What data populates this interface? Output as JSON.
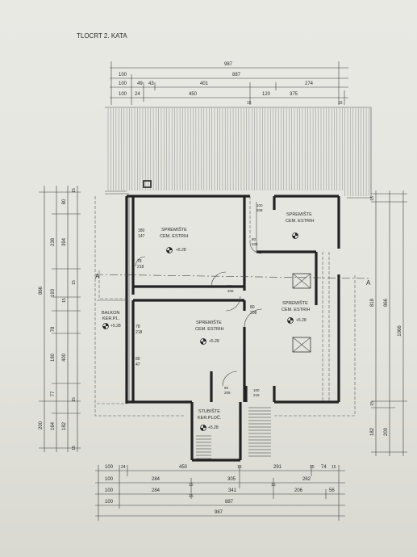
{
  "title": "TLOCRT 2. KATA",
  "top_dims": {
    "row1": [
      "987"
    ],
    "row2": [
      "100",
      "887"
    ],
    "row3": [
      "100",
      "49",
      "43",
      "401",
      "120",
      "274"
    ],
    "row4": [
      "100",
      "24",
      "450",
      "15",
      "375",
      "15"
    ]
  },
  "bottom_dims": {
    "row1": [
      "100",
      "24",
      "450",
      "15",
      "291",
      "15",
      "74",
      "15"
    ],
    "row2": [
      "100",
      "284",
      "15",
      "305",
      "15",
      "262"
    ],
    "row3": [
      "100",
      "284",
      "15",
      "341",
      "206",
      "56"
    ],
    "row4": [
      "100",
      "887"
    ],
    "row5": [
      "987"
    ]
  },
  "left_dims": {
    "outer": [
      "866",
      "200"
    ],
    "mid": [
      "238",
      "193",
      "78",
      "180",
      "77",
      "164"
    ],
    "inner": [
      "80",
      "394",
      "15",
      "400",
      "182"
    ],
    "small": [
      "15",
      "15",
      "15",
      "15"
    ]
  },
  "right_dims": {
    "outer": [
      "1066"
    ],
    "mid": [
      "866",
      "200"
    ],
    "inner": [
      "818",
      "182"
    ],
    "small": [
      "15",
      "15"
    ]
  },
  "rooms": {
    "r1_name": "SPREMIŠTE",
    "r1_floor": "CEM. ESTRIH",
    "r1_level": "+5.28",
    "r2_name": "SPREMIŠTE",
    "r2_floor": "CEM. ESTRIH",
    "r3_name": "SPREMIŠTE",
    "r3_floor": "CEM. ESTRIH",
    "r3_level": "+5.28",
    "r4_name": "SPREMIŠTE",
    "r4_floor": "CEM. ESTRIH",
    "r4_level": "+5.28",
    "balkon_name": "BALKON",
    "balkon_floor": "KER.PL.",
    "balkon_level": "+5.28",
    "stair_name": "STUBIŠTE",
    "stair_floor": "KER.PLOČ.",
    "stair_level": "+5.28"
  },
  "openings": {
    "w1": "180",
    "w1b": "147",
    "w2": "78",
    "w2b": "218",
    "w3": "78",
    "w3b": "218",
    "w4": "80",
    "w4b": "47",
    "d1": "80",
    "d1b": "208",
    "d2": "80",
    "d2b": "208",
    "d3": "80",
    "d3b": "208",
    "d4": "60",
    "d4b": "208",
    "d5": "100",
    "d5b": "208",
    "s1": "100",
    "s1b": "218"
  },
  "section_marks": {
    "left": "A",
    "right": "A"
  }
}
